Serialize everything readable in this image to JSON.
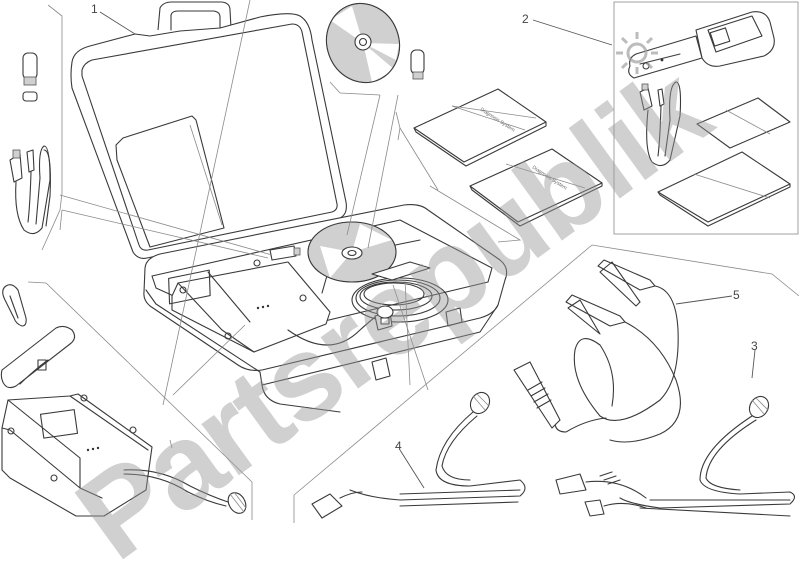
{
  "diagram": {
    "type": "exploded parts diagram",
    "subject": "diagnostic tool kit",
    "callouts": [
      {
        "id": "1",
        "label": "1",
        "part": "carrying case with diagnostic kit"
      },
      {
        "id": "2",
        "label": "2",
        "part": "handheld tester with USB cable and manuals"
      },
      {
        "id": "3",
        "label": "3",
        "part": "diagnostic connection cable"
      },
      {
        "id": "4",
        "label": "4",
        "part": "diagnostic connection cable"
      },
      {
        "id": "5",
        "label": "5",
        "part": "battery clamp power cable"
      }
    ],
    "components": [
      "usb-stick",
      "usb-cable",
      "cd-rom",
      "manual-booklet",
      "interface-module",
      "carabiner",
      "strap",
      "handheld-tester",
      "alligator-clamps-cable",
      "diagnostic-cable"
    ]
  },
  "watermark": {
    "text": "Partsrepublik",
    "color": "#969696"
  }
}
